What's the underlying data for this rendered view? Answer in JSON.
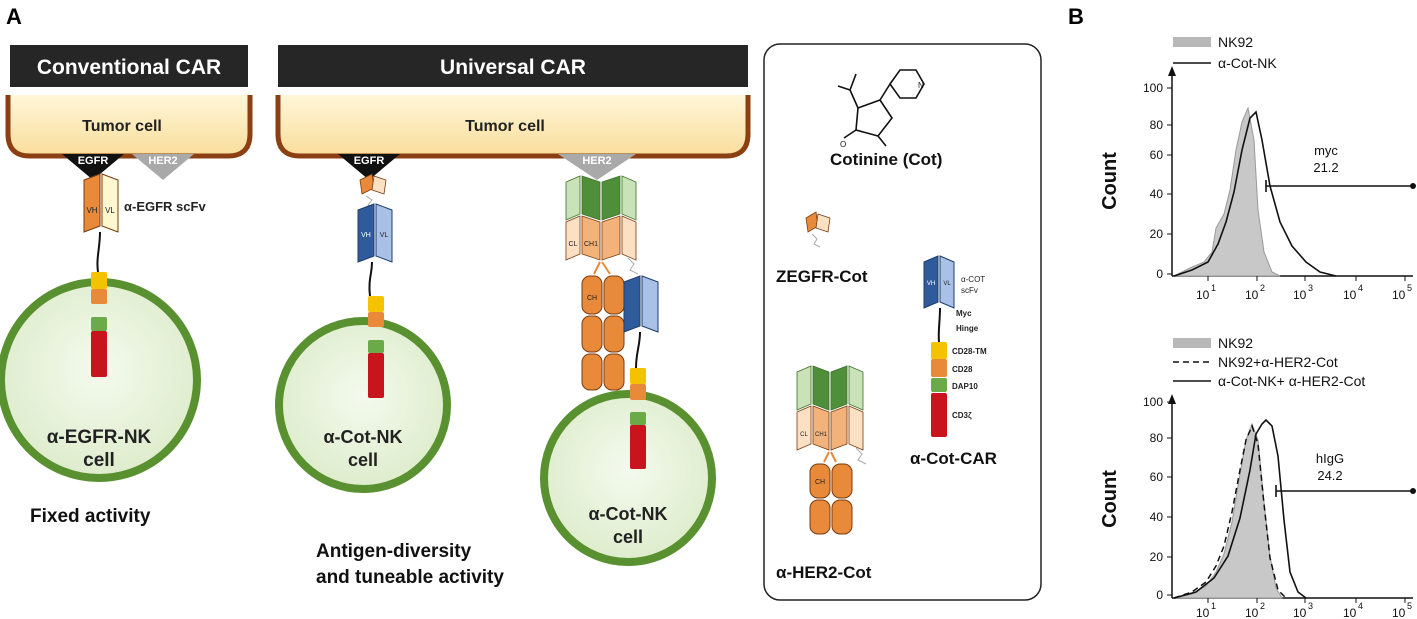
{
  "panel_a": {
    "letter": "A",
    "conventional": {
      "banner": "Conventional CAR",
      "tumor": "Tumor cell",
      "egfr": "EGFR",
      "her2": "HER2",
      "vh": "VH",
      "vl": "VL",
      "scfv": "α-EGFR scFv",
      "cell_line1": "α-EGFR-NK",
      "cell_line2": "cell",
      "caption": "Fixed activity"
    },
    "universal": {
      "banner": "Universal CAR",
      "tumor": "Tumor cell",
      "egfr": "EGFR",
      "her2": "HER2",
      "vh": "VH",
      "vl": "VL",
      "ch1": "CL",
      "ch1b": "CH1",
      "ch": "CH",
      "cell1_line1": "α-Cot-NK",
      "cell1_line2": "cell",
      "cell2_line1": "α-Cot-NK",
      "cell2_line2": "cell",
      "caption_line1": "Antigen-diversity",
      "caption_line2": "and tuneable activity"
    },
    "legend": {
      "cotinine": "Cotinine (Cot)",
      "zegfr": "ZEGFR-Cot",
      "her2cot": "α-HER2-Cot",
      "car": "α-Cot-CAR",
      "scfv_line1": "α-COT",
      "scfv_line2": "scFv",
      "myc": "Myc",
      "hinge": "Hinge",
      "cd28tm": "CD28-TM",
      "cd28": "CD28",
      "dap10": "DAP10",
      "cd3z": "CD3ζ",
      "vh": "VH",
      "vl": "VL",
      "cl": "CL",
      "ch1": "CH1",
      "ch": "CH"
    }
  },
  "panel_b": {
    "letter": "B",
    "top": {
      "legend": [
        "NK92",
        "α-Cot-NK"
      ],
      "ylabel": "Count",
      "yticks": [
        "0",
        "20",
        "40",
        "60",
        "80",
        "100"
      ],
      "gate_label": "myc",
      "gate_value": "21.2"
    },
    "bottom": {
      "legend": [
        "NK92",
        "NK92+α-HER2-Cot",
        "α-Cot-NK+ α-HER2-Cot"
      ],
      "ylabel": "Count",
      "yticks": [
        "0",
        "20",
        "40",
        "60",
        "80",
        "100"
      ],
      "gate_label": "hIgG",
      "gate_value": "24.2"
    },
    "xticks": [
      "1",
      "2",
      "3",
      "4",
      "5"
    ],
    "xtick_base": "10"
  },
  "colors": {
    "banner": "#262626",
    "tumor_fill": "#fde9b6",
    "tumor_edge": "#8b3f12",
    "nk_fill": "#e8f3dc",
    "nk_edge": "#5a9130",
    "orange": "#e88a3a",
    "blue": "#2f5b9c",
    "light_blue": "#a9c1e6",
    "green": "#4f8f3a",
    "yellow": "#f5c200",
    "red": "#c8141c",
    "grey_hist": "#c8c8c8"
  }
}
